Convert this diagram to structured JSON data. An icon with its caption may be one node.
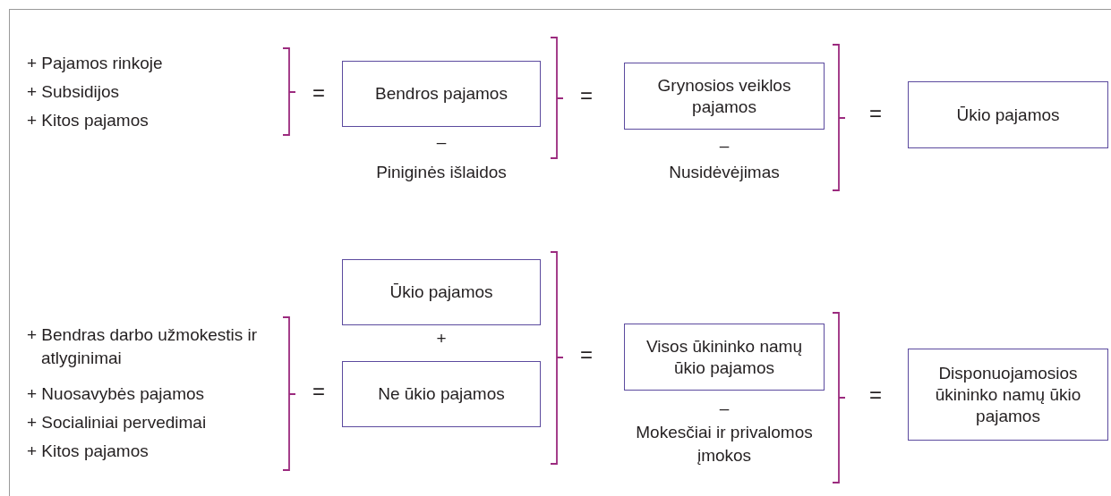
{
  "diagram": {
    "nodes": [
      {
        "text": [
          "Bendros pajamos"
        ]
      },
      {
        "text": [
          "Grynosios veiklos pajamos"
        ]
      },
      {
        "text": [
          "Ūkio pajamos"
        ]
      },
      {
        "text": [
          "Ūkio pajamos"
        ]
      },
      {
        "text": [
          "Ne ūkio pajamos"
        ]
      },
      {
        "text": [
          "Visos ūkininko namų ūkio pajamos"
        ]
      },
      {
        "text": [
          "Disponuojamosios ūkininko namų ūkio pajamos"
        ]
      }
    ],
    "labels": [
      "+ Pajamos rinkoje",
      "+ Subsidijos",
      "+ Kitos pajamos",
      "=",
      "–",
      "Piniginės išlaidos",
      "=",
      "–",
      "Nusidėvėjimas",
      "=",
      "+ Bendras darbo užmokestis ir atlyginimai",
      "+ Nuosavybės pajamos",
      "+ Socialiniai pervedimai",
      "+ Kitos pajamos",
      "+",
      "=",
      "=",
      "–",
      "Mokesčiai ir privalomos įmokos",
      "="
    ]
  }
}
